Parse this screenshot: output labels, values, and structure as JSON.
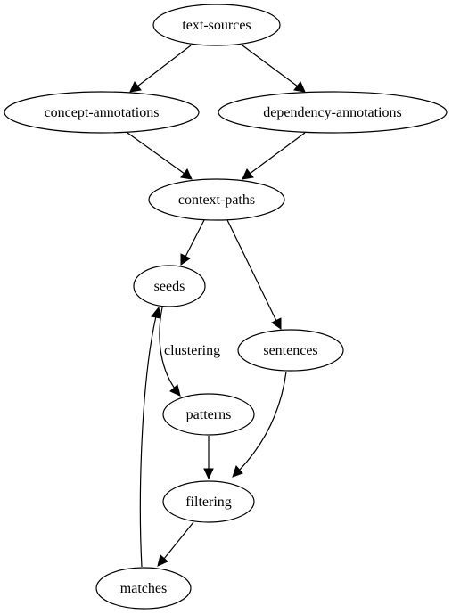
{
  "nodes": {
    "text_sources": "text-sources",
    "concept_annotations": "concept-annotations",
    "dependency_annotations": "dependency-annotations",
    "context_paths": "context-paths",
    "seeds": "seeds",
    "sentences": "sentences",
    "patterns": "patterns",
    "filtering": "filtering",
    "matches": "matches"
  },
  "edge_labels": {
    "seeds_to_patterns": "clustering"
  },
  "colors": {
    "stroke": "#000000",
    "fill": "#ffffff"
  }
}
